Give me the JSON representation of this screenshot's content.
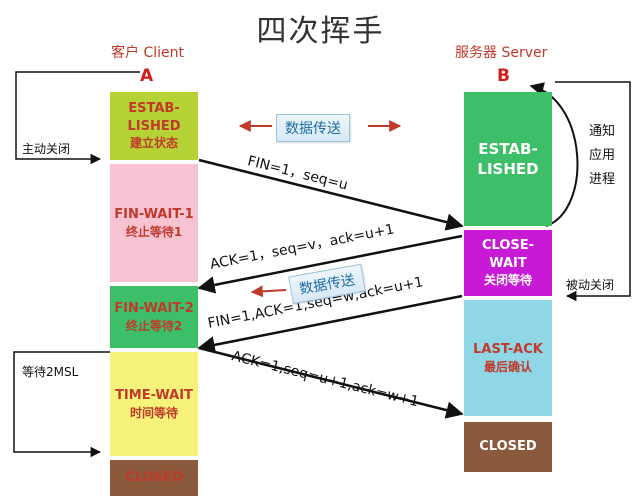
{
  "title": "四次挥手",
  "client": {
    "label": "客户 Client",
    "letter": "A"
  },
  "server": {
    "label": "服务器 Server",
    "letter": "B"
  },
  "client_states": [
    {
      "en": "ESTAB-\nLISHED",
      "zh": "建立状态",
      "color": "#b5d334"
    },
    {
      "en": "FIN-WAIT-1",
      "zh": "终止等待1",
      "color": "#f7c2d2"
    },
    {
      "en": "FIN-WAIT-2",
      "zh": "终止等待2",
      "color": "#3dbf6a"
    },
    {
      "en": "TIME-WAIT",
      "zh": "时间等待",
      "color": "#f6f27a"
    },
    {
      "en": "CLOSED",
      "zh": "",
      "color": "#8b5a3c"
    }
  ],
  "server_states": [
    {
      "en": "ESTAB-\nLISHED",
      "zh": "",
      "color": "#3dbf6a"
    },
    {
      "en": "CLOSE-WAIT",
      "zh": "关闭等待",
      "color": "#c81ad6"
    },
    {
      "en": "LAST-ACK",
      "zh": "最后确认",
      "color": "#8fd6e6"
    },
    {
      "en": "CLOSED",
      "zh": "",
      "color": "#8b5a3c"
    }
  ],
  "messages": [
    {
      "label": "FIN=1，seq=u",
      "direction": "client-to-server"
    },
    {
      "label": "ACK=1，seq=v，ack=u+1",
      "direction": "server-to-client"
    },
    {
      "label": "FIN=1,ACK=1,seq=w,ack=u+1",
      "direction": "server-to-client"
    },
    {
      "label": "ACK=1,seq=u+1,ack=w+1",
      "direction": "client-to-server"
    }
  ],
  "data_transfer_label": "数据传送",
  "notes": {
    "active_close": "主动关闭",
    "passive_close": "被动关闭",
    "notify_app": "通知\n应用\n进程",
    "wait_2msl": "等待2MSL"
  },
  "colors": {
    "arrow": "#111111",
    "red_arrow": "#c0392b",
    "accent": "#d21b1b"
  }
}
